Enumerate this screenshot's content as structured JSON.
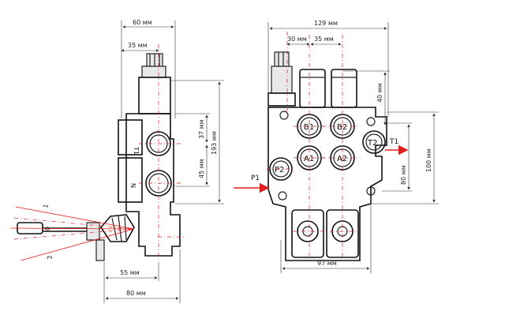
{
  "dims": {
    "side_width": "60 мм",
    "side_35": "35 мм",
    "side_37": "37 мм",
    "side_45": "45 мм",
    "side_193": "193 мм",
    "side_55": "55 мм",
    "side_80": "80 мм",
    "front_129": "129 мм",
    "front_30": "30 мм",
    "front_35": "35 мм",
    "front_40": "40 мм",
    "front_80": "80 мм",
    "front_100": "100 мм",
    "front_97": "97 мм"
  },
  "side_ports": {
    "t1": "T1",
    "n": "N"
  },
  "lever_positions": {
    "pos1": "1",
    "pos0": "0",
    "pos2": "2"
  },
  "front_ports": {
    "b1": "B1",
    "b2": "B2",
    "a1": "A1",
    "a2": "A2",
    "p2": "P2",
    "t2": "T2",
    "p1": "P1",
    "t1": "T1"
  },
  "colors": {
    "arrow": "#e21b1b",
    "line": "#222222"
  }
}
